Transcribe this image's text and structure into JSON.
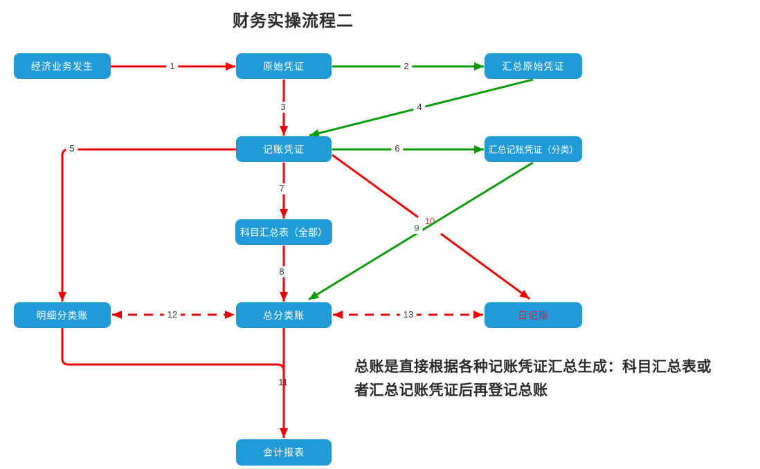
{
  "type": "flowchart",
  "title": "财务实操流程二",
  "note": {
    "line1": "总账是直接根据各种记账凭证汇总生成：科目汇总表或",
    "line2": "者汇总记账凭证后再登记总账"
  },
  "colors": {
    "node_fill": "#209BD8",
    "node_text": "#FFFFFF",
    "journal_node_text": "#E01F1F",
    "edge_red": "#EE0000",
    "edge_green": "#0A9C0A",
    "edge_label_text": "#333333",
    "edge_label_9": "#337733",
    "edge_label_10": "#E03030",
    "title_text": "#2B2B2B"
  },
  "nodes": {
    "business": {
      "label": "经济业务发生"
    },
    "original_voucher": {
      "label": "原始凭证"
    },
    "summary_original_voucher": {
      "label": "汇总原始凭证"
    },
    "bookkeeping_voucher": {
      "label": "记账凭证"
    },
    "summary_bookkeeping_voucher": {
      "label": "汇总记账凭证（分类）"
    },
    "account_summary_table": {
      "label": "科目汇总表（全部）"
    },
    "subsidiary_ledger": {
      "label": "明细分类账"
    },
    "general_ledger": {
      "label": "总分类账"
    },
    "journal": {
      "label": "日记账"
    },
    "accounting_statements": {
      "label": "会计报表"
    }
  },
  "edges": {
    "e1": {
      "label": "1",
      "from": "经济业务发生",
      "to": "原始凭证",
      "color": "red",
      "style": "solid",
      "bidirectional": false
    },
    "e2": {
      "label": "2",
      "from": "原始凭证",
      "to": "汇总原始凭证",
      "color": "green",
      "style": "solid",
      "bidirectional": false
    },
    "e3": {
      "label": "3",
      "from": "原始凭证",
      "to": "记账凭证",
      "color": "red",
      "style": "solid",
      "bidirectional": false
    },
    "e4": {
      "label": "4",
      "from": "汇总原始凭证",
      "to": "记账凭证",
      "color": "green",
      "style": "solid",
      "bidirectional": false
    },
    "e5": {
      "label": "5",
      "from": "记账凭证",
      "to": "明细分类账",
      "color": "red",
      "style": "solid",
      "bidirectional": false
    },
    "e6": {
      "label": "6",
      "from": "记账凭证",
      "to": "汇总记账凭证（分类）",
      "color": "green",
      "style": "solid",
      "bidirectional": false
    },
    "e7": {
      "label": "7",
      "from": "记账凭证",
      "to": "科目汇总表（全部）",
      "color": "red",
      "style": "solid",
      "bidirectional": false
    },
    "e8": {
      "label": "8",
      "from": "科目汇总表（全部）",
      "to": "总分类账",
      "color": "red",
      "style": "solid",
      "bidirectional": false
    },
    "e9": {
      "label": "9",
      "from": "汇总记账凭证（分类）",
      "to": "总分类账",
      "color": "green",
      "style": "solid",
      "bidirectional": false
    },
    "e10": {
      "label": "10",
      "from": "记账凭证",
      "to": "日记账",
      "color": "red",
      "style": "solid",
      "bidirectional": false
    },
    "e11": {
      "label": "11",
      "from": "总分类账 / 明细分类账",
      "to": "会计报表",
      "color": "red",
      "style": "solid",
      "bidirectional": false
    },
    "e12": {
      "label": "12",
      "from": "明细分类账",
      "to": "总分类账",
      "color": "red",
      "style": "dashed",
      "bidirectional": true
    },
    "e13": {
      "label": "13",
      "from": "总分类账",
      "to": "日记账",
      "color": "red",
      "style": "dashed",
      "bidirectional": true
    }
  }
}
